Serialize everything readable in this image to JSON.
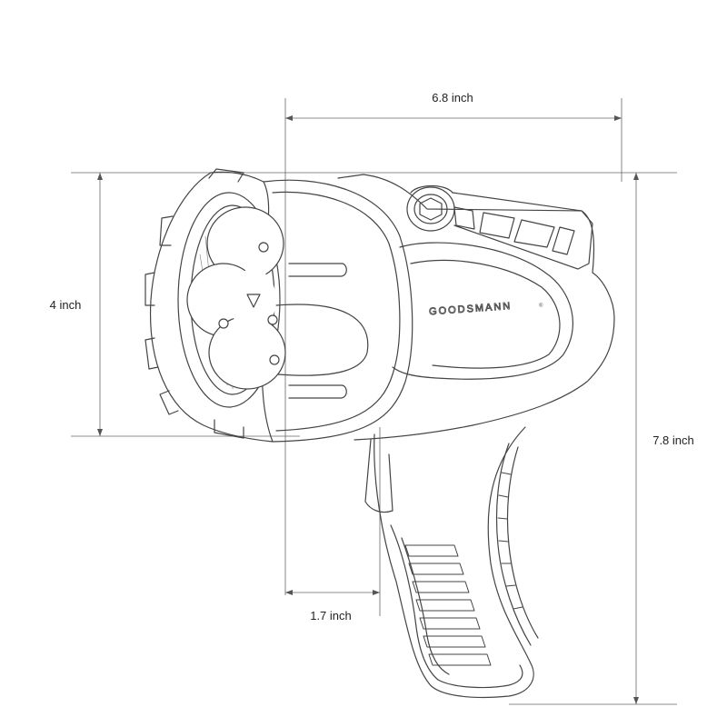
{
  "dimensions": {
    "width": {
      "label": "6.8 inch"
    },
    "head_height": {
      "label": "4 inch"
    },
    "total_height": {
      "label": "7.8 inch"
    },
    "grip_offset": {
      "label": "1.7 inch"
    }
  },
  "product": {
    "brand": "GOODSMANN",
    "registered_mark": "®"
  },
  "colors": {
    "line": "#444444",
    "dim_line": "#555555",
    "text": "#222222"
  }
}
